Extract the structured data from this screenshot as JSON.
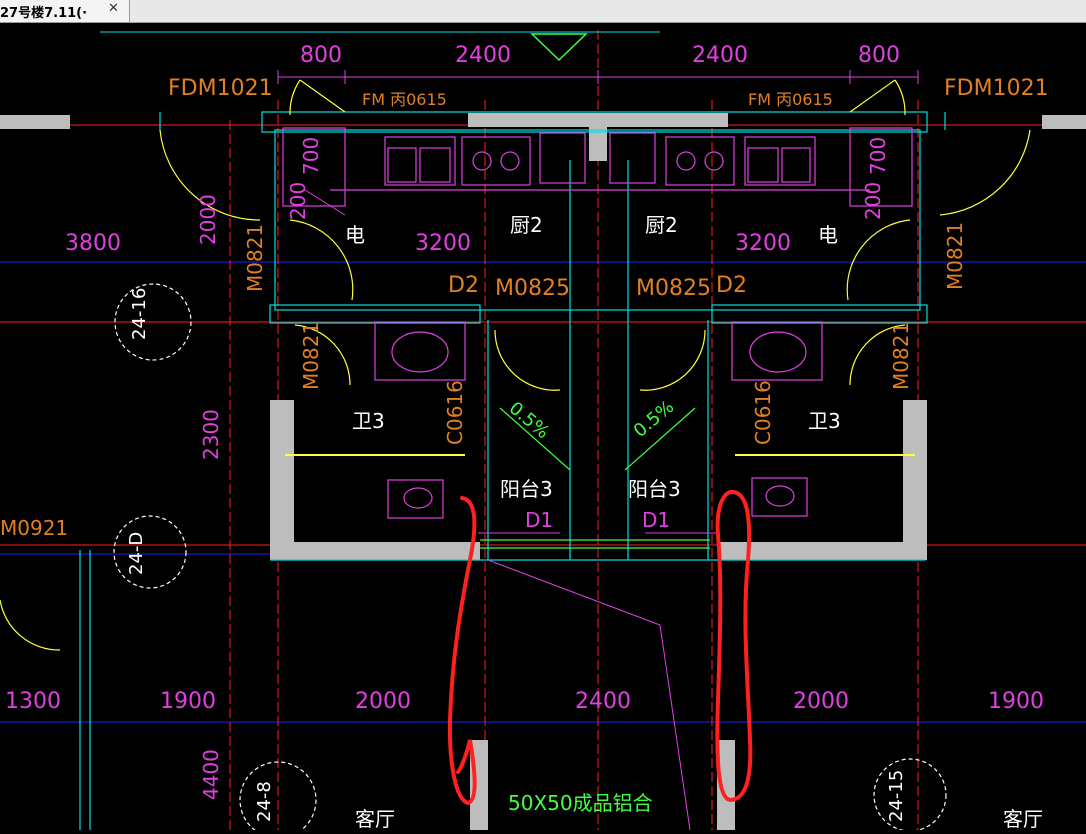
{
  "tab": {
    "title": "27号楼7.11(·",
    "close_glyph": "✕"
  },
  "colors": {
    "magenta": "#e040e0",
    "cyan": "#00e0e0",
    "orange": "#e08020",
    "white": "#ffffff",
    "yellow": "#ffff40",
    "red": "#ff2020",
    "green": "#40ff40",
    "blue": "#3030ff"
  },
  "drawing": {
    "dims_top": [
      "800",
      "2400",
      "2400",
      "800"
    ],
    "door_fdm_left": "FDM1021",
    "door_fdm_right": "FDM1021",
    "fm_left": "FM 丙0615",
    "fm_right": "FM 丙0615",
    "dim_700_left": "700",
    "dim_700_right": "700",
    "dim_200_left": "200",
    "dim_200_right": "200",
    "dim_2000_left": "2000",
    "dim_3800": "3800",
    "dim_3200_left": "3200",
    "dim_3200_right": "3200",
    "room_elec_left": "电",
    "room_elec_right": "电",
    "room_kitchen_left": "厨2",
    "room_kitchen_right": "厨2",
    "d2_left": "D2",
    "d2_right": "D2",
    "m0825_left": "M0825",
    "m0825_right": "M0825",
    "m0821_a": "M0821",
    "m0821_b": "M0821",
    "m0821_c": "M0821",
    "m0821_d": "M0821",
    "axis_24_16": "24-16",
    "axis_24_d": "24-D",
    "axis_24_8": "24-8",
    "axis_24_15": "24-15",
    "dim_2300": "2300",
    "room_bath_left": "卫3",
    "room_bath_right": "卫3",
    "c0616_left": "C0616",
    "c0616_right": "C0616",
    "slope_left": "0.5%",
    "slope_right": "0.5%",
    "balcony_left": "阳台3",
    "balcony_right": "阳台3",
    "d1_left": "D1",
    "d1_right": "D1",
    "m0921": "M0921",
    "dims_bottom": [
      "1300",
      "1900",
      "2000",
      "2400",
      "2000",
      "1900"
    ],
    "dim_4400": "4400",
    "living_left": "客厅",
    "living_right": "客厅",
    "note_aluminum": "50X50成品铝合"
  }
}
